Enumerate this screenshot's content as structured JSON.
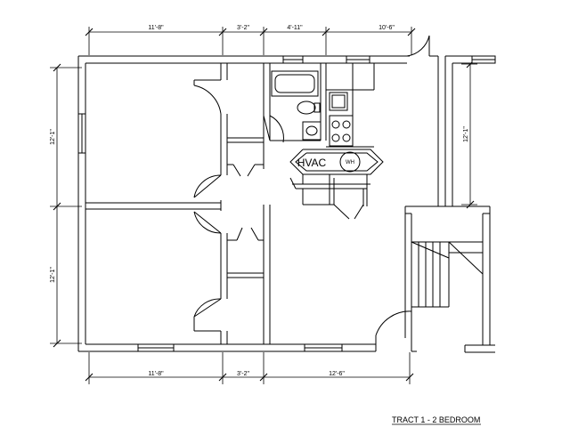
{
  "dimensions": {
    "top": [
      "11'-8\"",
      "3'-2\"",
      "4'-11\"",
      "10'-6\""
    ],
    "bottom": [
      "11'-8\"",
      "3'-2\"",
      "12'-6\""
    ],
    "left": [
      "12'-1\"",
      "12'-1\""
    ],
    "right": [
      "12'-1\""
    ]
  },
  "labels": {
    "hvac": "HVAC",
    "water_heater": "WH",
    "title": "TRACT 1 - 2 BEDROOM"
  }
}
